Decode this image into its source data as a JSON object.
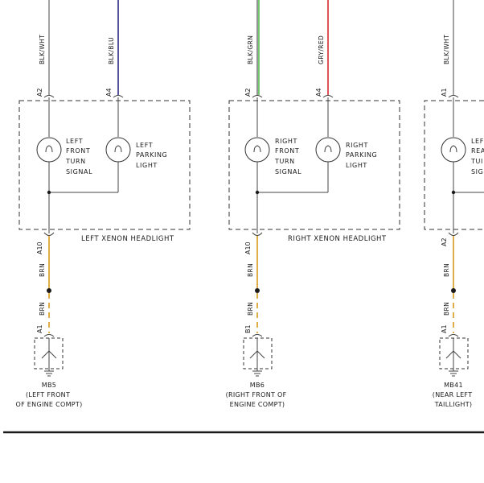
{
  "colors": {
    "blk_wht": "#8a8a8a",
    "blk_blu": "#2f2a86",
    "blk_grn_a": "#7a7a7a",
    "blk_grn_b": "#3cae3c",
    "gry_red": "#d7262e",
    "brn": "#d99a1a",
    "line": "#1a1a1a"
  },
  "circuits": [
    {
      "wire1": {
        "color_code": "BLK/WHT",
        "pin": "A2"
      },
      "wire2": {
        "color_code": "BLK/BLU",
        "pin": "A4"
      },
      "bulb1_label": [
        "LEFT",
        "FRONT",
        "TURN",
        "SIGNAL"
      ],
      "bulb2_label": [
        "LEFT",
        "PARKING",
        "LIGHT"
      ],
      "component": "LEFT XENON HEADLIGHT",
      "out_pin": "A10",
      "out_color": "BRN",
      "connector_color": "BRN",
      "connector_pin": "A1",
      "ground_id": "MB5",
      "ground_desc": [
        "(LEFT FRONT",
        "OF ENGINE COMPT)"
      ]
    },
    {
      "wire1": {
        "color_code": "BLK/GRN",
        "pin": "A2"
      },
      "wire2": {
        "color_code": "GRY/RED",
        "pin": "A4"
      },
      "bulb1_label": [
        "RIGHT",
        "FRONT",
        "TURN",
        "SIGNAL"
      ],
      "bulb2_label": [
        "RIGHT",
        "PARKING",
        "LIGHT"
      ],
      "component": "RIGHT XENON HEADLIGHT",
      "out_pin": "A10",
      "out_color": "BRN",
      "connector_color": "BRN",
      "connector_pin": "B1",
      "ground_id": "MB6",
      "ground_desc": [
        "(RIGHT FRONT OF",
        "ENGINE COMPT)"
      ]
    },
    {
      "wire1": {
        "color_code": "BLK/WHT",
        "pin": "A1"
      },
      "bulb1_label": [
        "LEF",
        "REA",
        "TUI",
        "SIG"
      ],
      "out_pin": "A2",
      "out_color": "BRN",
      "connector_color": "BRN",
      "connector_pin": "A1",
      "ground_id": "MB41",
      "ground_desc": [
        "(NEAR LEFT",
        "TAILLIGHT)"
      ]
    }
  ]
}
